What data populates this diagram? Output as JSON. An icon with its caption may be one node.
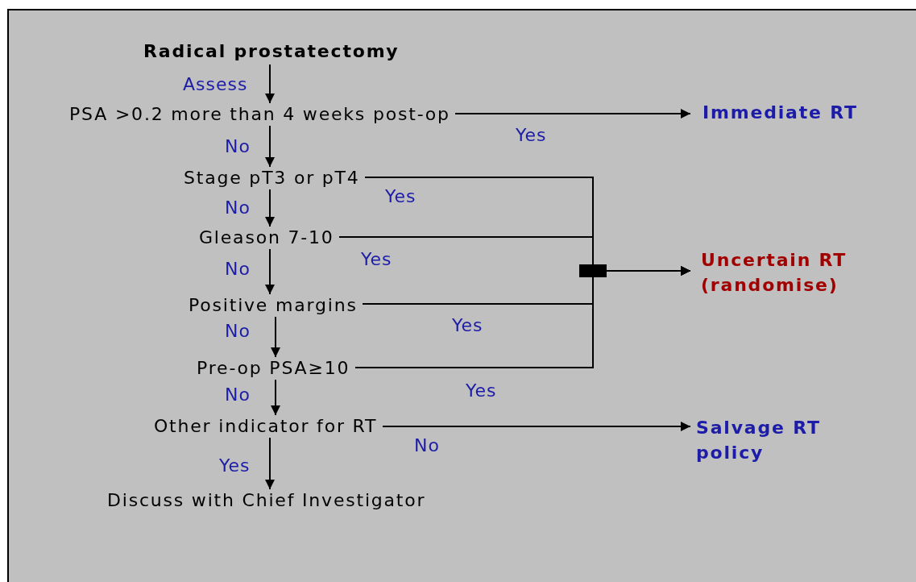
{
  "diagram": {
    "nodes": [
      {
        "text": [
          "Radical prostatectomy"
        ]
      },
      {
        "text": [
          "PSA >0.2 more than 4 weeks post-op"
        ]
      },
      {
        "text": [
          "Immediate RT"
        ]
      },
      {
        "text": [
          "Stage pT3 or pT4"
        ]
      },
      {
        "text": [
          "Gleason 7-10"
        ]
      },
      {
        "text": [
          "Positive margins"
        ]
      },
      {
        "text": [
          "Pre-op PSA≥10"
        ]
      },
      {
        "text": [
          "Uncertain RT (randomise)"
        ]
      },
      {
        "text": [
          "Other indicator for RT"
        ]
      },
      {
        "text": [
          "Salvage RT policy"
        ]
      },
      {
        "text": [
          "Discuss with Chief Investigator"
        ]
      }
    ],
    "edges": [
      {
        "from": 0,
        "to": 1,
        "arrow": "to",
        "label": "Assess"
      },
      {
        "from": 1,
        "to": 2,
        "arrow": "to",
        "label": "Yes"
      },
      {
        "from": 1,
        "to": 3,
        "arrow": "to",
        "label": "No"
      },
      {
        "from": 3,
        "to": 7,
        "arrow": "to",
        "label": "Yes"
      },
      {
        "from": 3,
        "to": 4,
        "arrow": "to",
        "label": "No"
      },
      {
        "from": 4,
        "to": 7,
        "arrow": "to",
        "label": "Yes"
      },
      {
        "from": 4,
        "to": 5,
        "arrow": "to",
        "label": "No"
      },
      {
        "from": 5,
        "to": 7,
        "arrow": "to",
        "label": "Yes"
      },
      {
        "from": 5,
        "to": 6,
        "arrow": "to",
        "label": "No"
      },
      {
        "from": 6,
        "to": 7,
        "arrow": "to",
        "label": "Yes"
      },
      {
        "from": 6,
        "to": 8,
        "arrow": "to",
        "label": "No"
      },
      {
        "from": 8,
        "to": 9,
        "arrow": "to",
        "label": "No"
      },
      {
        "from": 8,
        "to": 10,
        "arrow": "to",
        "label": "Yes"
      }
    ]
  }
}
